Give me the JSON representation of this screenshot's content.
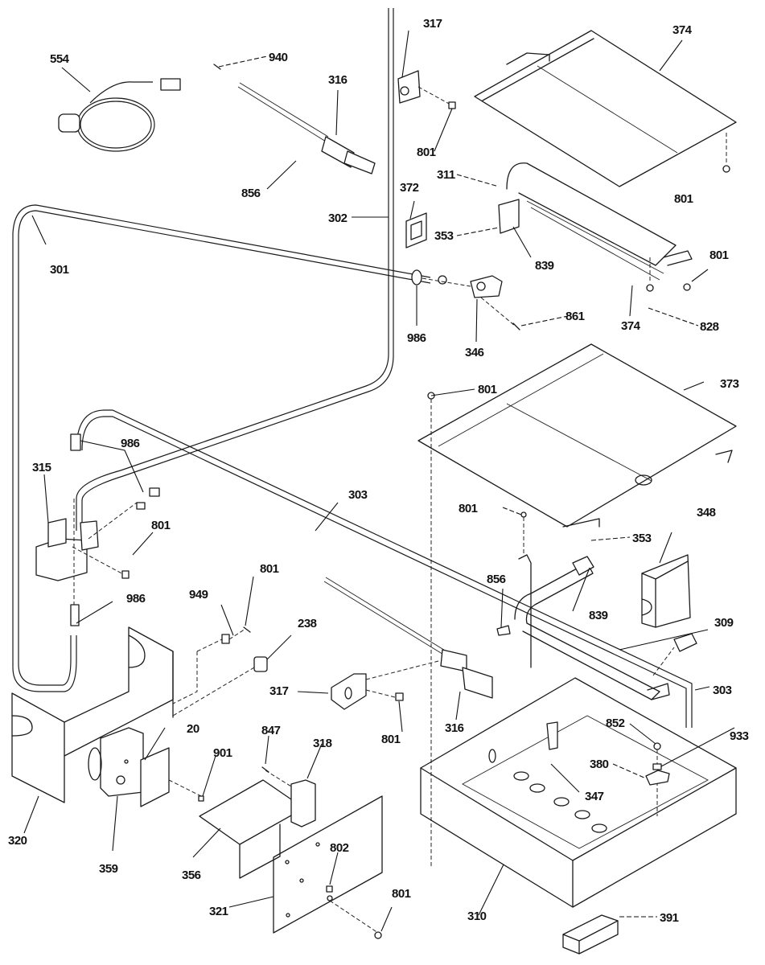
{
  "diagram": {
    "type": "exploded-parts-diagram",
    "subject": "Gas oven burner / broiler assembly",
    "labels": [
      {
        "id": "l554",
        "text": "554",
        "part": "ignitor-wire-harness"
      },
      {
        "id": "l940",
        "text": "940",
        "part": "screw"
      },
      {
        "id": "l316a",
        "text": "316",
        "part": "igniter"
      },
      {
        "id": "l317a",
        "text": "317",
        "part": "igniter-bracket"
      },
      {
        "id": "l374a",
        "text": "374",
        "part": "broil-burner-shield"
      },
      {
        "id": "l801a",
        "text": "801",
        "part": "screw"
      },
      {
        "id": "l856a",
        "text": "856",
        "part": "screw"
      },
      {
        "id": "l302",
        "text": "302",
        "part": "tube"
      },
      {
        "id": "l311",
        "text": "311",
        "part": "broil-burner"
      },
      {
        "id": "l801b",
        "text": "801",
        "part": "screw"
      },
      {
        "id": "l372",
        "text": "372",
        "part": "gasket"
      },
      {
        "id": "l301",
        "text": "301",
        "part": "tube"
      },
      {
        "id": "l353a",
        "text": "353",
        "part": "orifice-holder"
      },
      {
        "id": "l839a",
        "text": "839",
        "part": "clip"
      },
      {
        "id": "l801c",
        "text": "801",
        "part": "screw"
      },
      {
        "id": "l986a",
        "text": "986",
        "part": "fitting"
      },
      {
        "id": "l861",
        "text": "861",
        "part": "screw"
      },
      {
        "id": "l374b",
        "text": "374",
        "part": "broil-burner-shield"
      },
      {
        "id": "l828",
        "text": "828",
        "part": "screw"
      },
      {
        "id": "l346",
        "text": "346",
        "part": "burner-bracket"
      },
      {
        "id": "l373",
        "text": "373",
        "part": "bake-burner-baffle"
      },
      {
        "id": "l801d",
        "text": "801",
        "part": "screw"
      },
      {
        "id": "l315",
        "text": "315",
        "part": "gas-valve"
      },
      {
        "id": "l986b",
        "text": "986",
        "part": "fitting"
      },
      {
        "id": "l303a",
        "text": "303",
        "part": "tube"
      },
      {
        "id": "l801e",
        "text": "801",
        "part": "screw"
      },
      {
        "id": "l801f",
        "text": "801",
        "part": "screw"
      },
      {
        "id": "l348",
        "text": "348",
        "part": "cover"
      },
      {
        "id": "l353b",
        "text": "353",
        "part": "orifice-holder"
      },
      {
        "id": "l949",
        "text": "949",
        "part": "clip"
      },
      {
        "id": "l801g",
        "text": "801",
        "part": "screw"
      },
      {
        "id": "l856b",
        "text": "856",
        "part": "screw"
      },
      {
        "id": "l839b",
        "text": "839",
        "part": "clip"
      },
      {
        "id": "l986c",
        "text": "986",
        "part": "fitting"
      },
      {
        "id": "l238",
        "text": "238",
        "part": "connector"
      },
      {
        "id": "l309",
        "text": "309",
        "part": "bake-burner"
      },
      {
        "id": "l303b",
        "text": "303",
        "part": "tube"
      },
      {
        "id": "l317b",
        "text": "317",
        "part": "igniter-bracket"
      },
      {
        "id": "l316b",
        "text": "316",
        "part": "igniter"
      },
      {
        "id": "l801h",
        "text": "801",
        "part": "screw"
      },
      {
        "id": "l20",
        "text": "20",
        "part": "bracket"
      },
      {
        "id": "l847",
        "text": "847",
        "part": "screw"
      },
      {
        "id": "l318",
        "text": "318",
        "part": "switch"
      },
      {
        "id": "l852",
        "text": "852",
        "part": "screw"
      },
      {
        "id": "l933",
        "text": "933",
        "part": "nut"
      },
      {
        "id": "l901",
        "text": "901",
        "part": "screw"
      },
      {
        "id": "l380",
        "text": "380",
        "part": "bracket"
      },
      {
        "id": "l347",
        "text": "347",
        "part": "bracket"
      },
      {
        "id": "l320",
        "text": "320",
        "part": "panel"
      },
      {
        "id": "l359",
        "text": "359",
        "part": "motor"
      },
      {
        "id": "l356",
        "text": "356",
        "part": "shield"
      },
      {
        "id": "l802",
        "text": "802",
        "part": "screw"
      },
      {
        "id": "l321",
        "text": "321",
        "part": "panel"
      },
      {
        "id": "l801i",
        "text": "801",
        "part": "screw"
      },
      {
        "id": "l310",
        "text": "310",
        "part": "burner-box"
      },
      {
        "id": "l391",
        "text": "391",
        "part": "foot"
      }
    ]
  }
}
